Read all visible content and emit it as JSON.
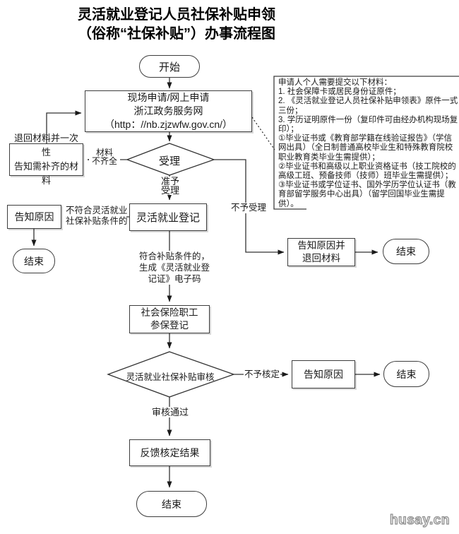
{
  "title": {
    "line1": "灵活就业登记人员社保补贴申领",
    "line2": "（俗称“社保补贴”）办事流程图"
  },
  "flow": {
    "start": "开始",
    "apply": {
      "line1": "现场申请/网上申请",
      "line2": "浙江政务服务网",
      "line3": "（http：//nb.zjzwfw.gov.cn/）"
    },
    "accept_decision": "受理",
    "return_box": {
      "line1": "退回材料并一次性",
      "line2": "告知需补齐的材料"
    },
    "label_incomplete": {
      "line1": "材料",
      "line2": "不齐全"
    },
    "label_granted": {
      "line1": "准予",
      "line2": "受理"
    },
    "label_rejected": "不予受理",
    "registration": "灵活就业登记",
    "label_not_eligible": {
      "line1": "不符合灵活就业",
      "line2": "社保补贴条件的"
    },
    "notify_reason_left": "告知原因",
    "end_left": "结束",
    "label_eligible": {
      "line1": "符合补贴条件的，",
      "line2": "生成《灵活就业登",
      "line3": "记证》电子码"
    },
    "notify_return": {
      "line1": "告知原因并",
      "line2": "退回材料"
    },
    "end_right_top": "结束",
    "social_insurance": {
      "line1": "社会保险职工",
      "line2": "参保登记"
    },
    "review_decision": "灵活就业社保补贴审核",
    "label_not_approved": "不予核定",
    "notify_reason_right": "告知原因",
    "end_right_mid": "结束",
    "label_approved": "审核通过",
    "feedback": "反馈核定结果",
    "end_bottom": "结束"
  },
  "materials": {
    "lines": [
      "申请人个人需要提交以下材料：",
      "1. 社会保障卡或居民身份证原件；",
      "2. 《灵活就业登记人员社保补贴申领表》原件一式",
      "三份；",
      "3. 学历证明原件一份（复印件可由经办机构现场复",
      "印）；",
      "①毕业证书或《教育部学籍在线验证报告》（学信",
      "网出具）（全日制普通高校毕业生和特殊教育院校",
      "职业教育类毕业生需提供）；",
      "②毕业证书和高级以上职业资格证书（技工院校的",
      "高级工班、预备技师（技师）班毕业生需提供）；",
      "③毕业证书或学位证书、国外学历学位认证书（教",
      "育部留学服务中心出具）（留学回国毕业生需提",
      "供）。"
    ]
  },
  "watermark": "husay.cn",
  "colors": {
    "line": "#333333",
    "text": "#1a1a1a",
    "watermark": "#8f8f8f"
  }
}
